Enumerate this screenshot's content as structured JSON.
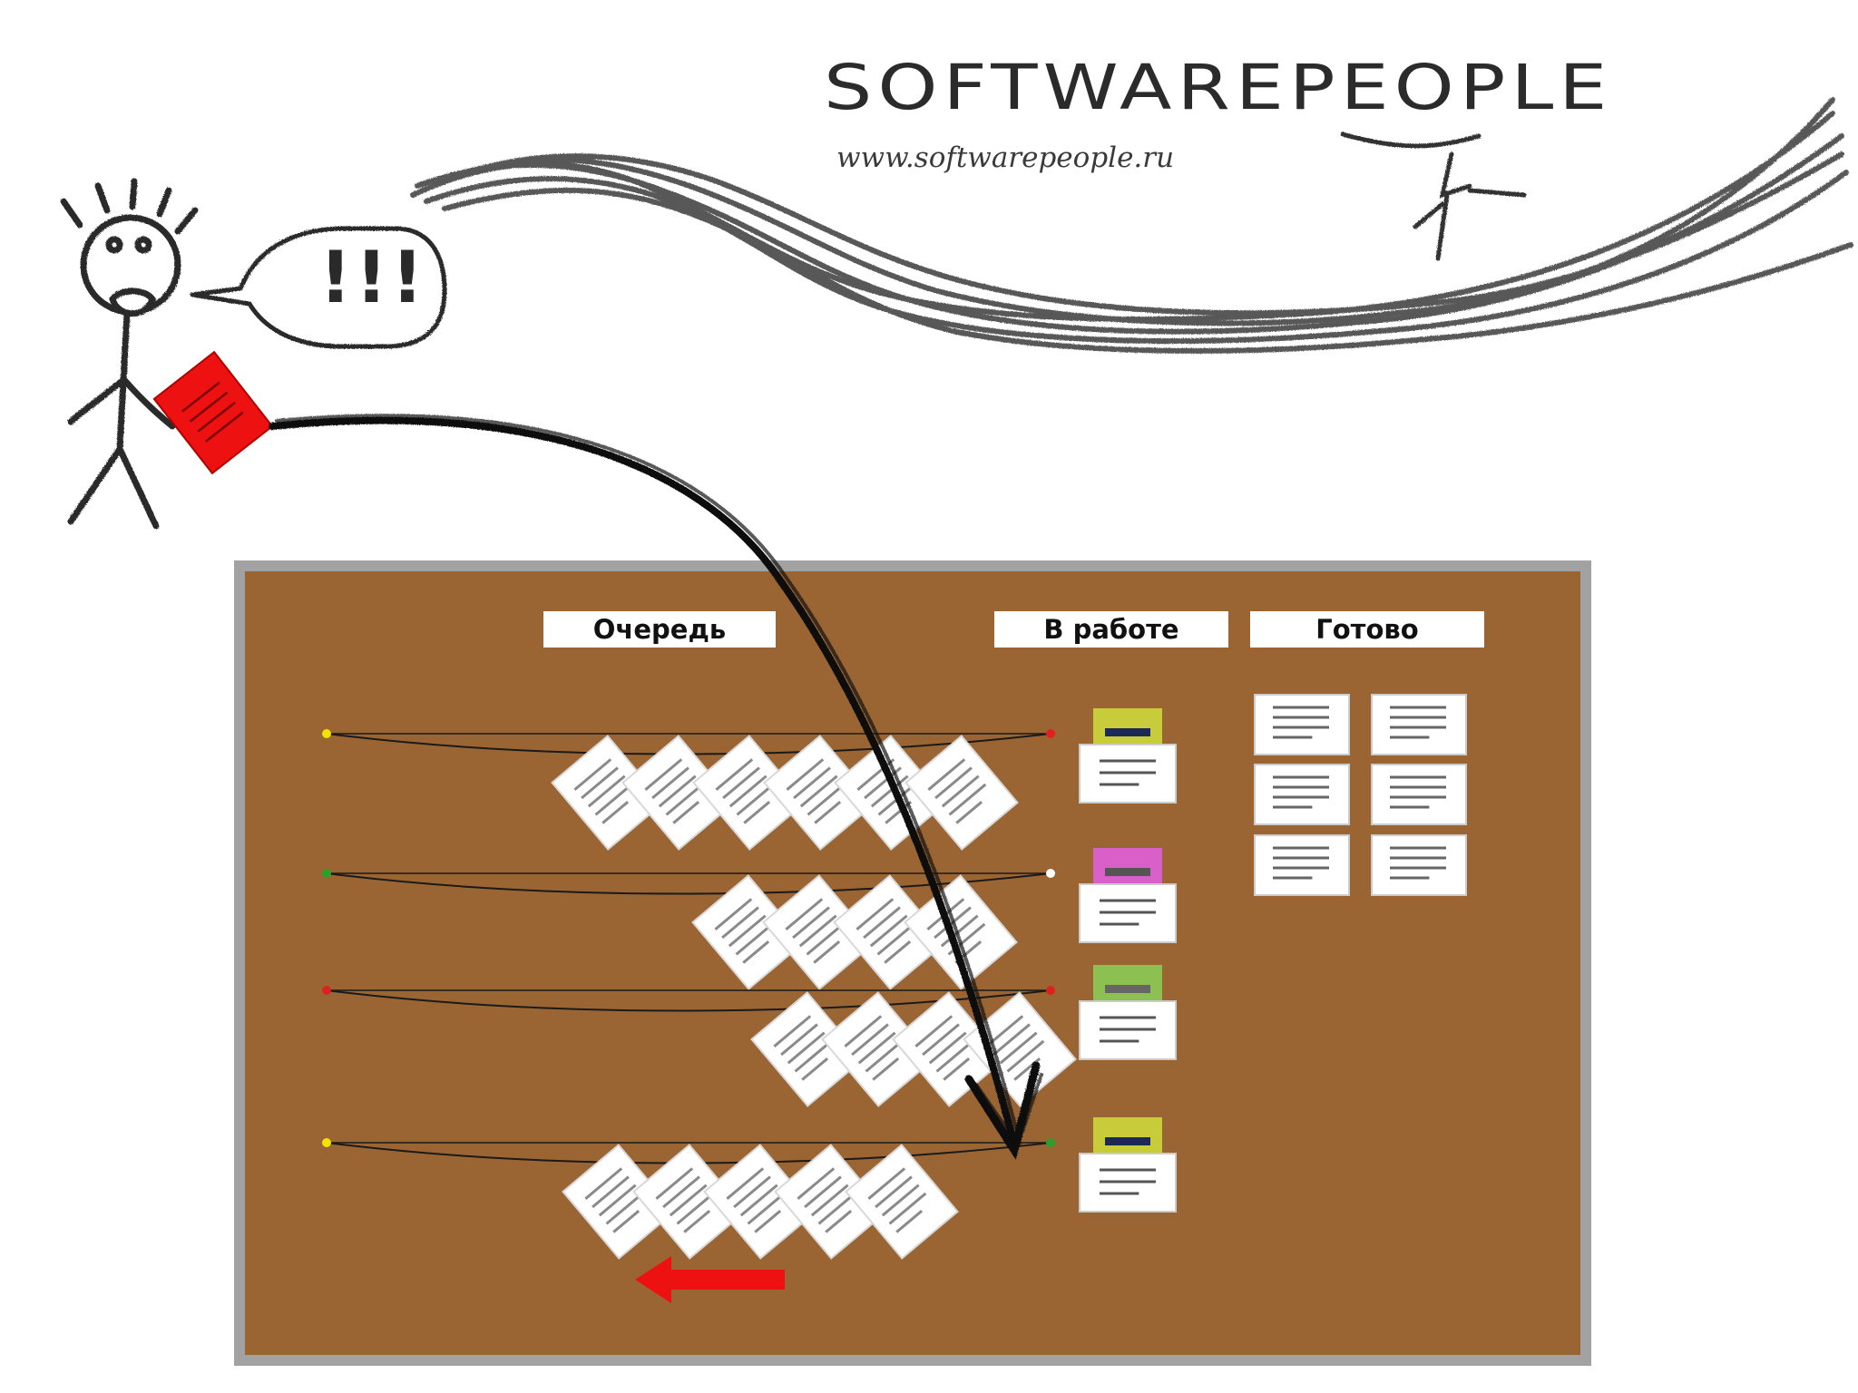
{
  "logo": {
    "name": "SOFTWAREPEOPLE",
    "url": "www.softwarepeople.ru"
  },
  "speech_bubble": {
    "text": "!!!"
  },
  "board": {
    "columns": [
      {
        "id": "queue",
        "label": "Очередь"
      },
      {
        "id": "work",
        "label": "В работе"
      },
      {
        "id": "done",
        "label": "Готово"
      }
    ],
    "queues": [
      {
        "cards_in_queue": 6,
        "left_pin": "#f2e400",
        "right_pin": "#e02020",
        "in_work_color": "#c9cc3a",
        "in_work_bar": "#1a2a55"
      },
      {
        "cards_in_queue": 4,
        "left_pin": "#2aa02a",
        "right_pin": "#ffffff",
        "in_work_color": "#d860c8",
        "in_work_bar": "#555555"
      },
      {
        "cards_in_queue": 4,
        "left_pin": "#e02020",
        "right_pin": "#e02020",
        "in_work_color": "#8cc050",
        "in_work_bar": "#666666"
      },
      {
        "cards_in_queue": 5,
        "left_pin": "#f2e400",
        "right_pin": "#2aa02a",
        "in_work_color": "#c9cc3a",
        "in_work_bar": "#1a2a55"
      }
    ],
    "done_cards": 6
  },
  "colors": {
    "board": "#9a6533",
    "board_frame": "#a2a2a2",
    "urgent_card": "#ee1111",
    "arrow_red": "#ee1111",
    "pencil": "#333333"
  }
}
